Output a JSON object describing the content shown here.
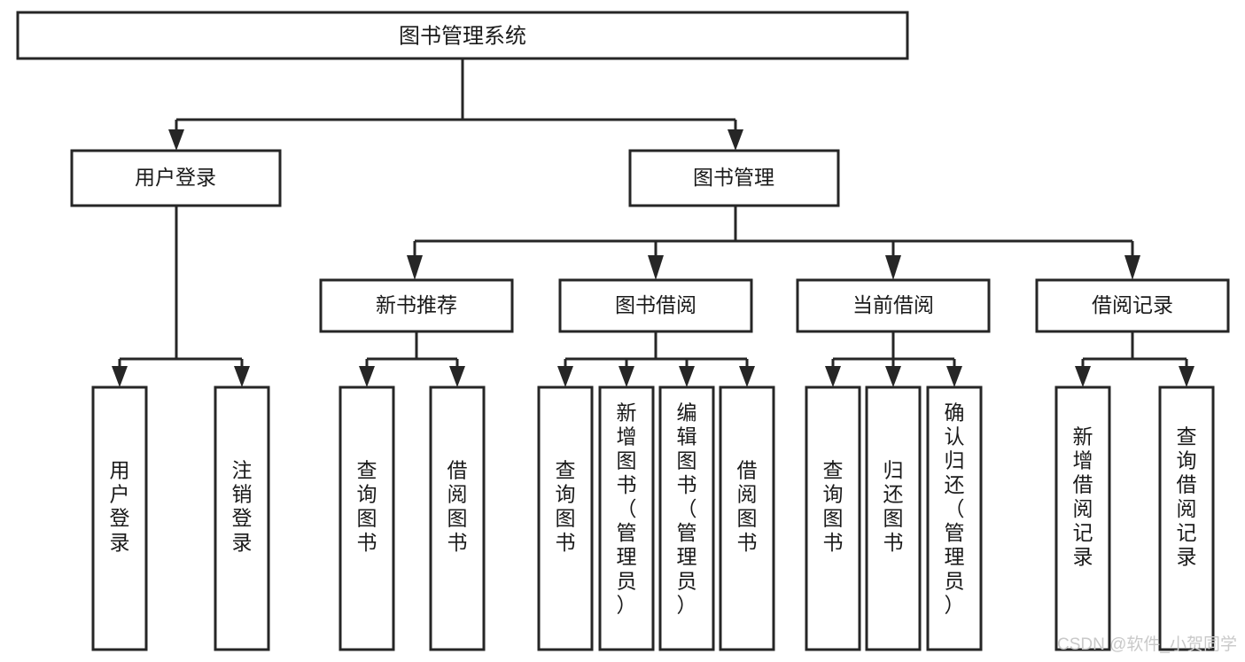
{
  "diagram": {
    "type": "tree-hierarchy",
    "title": "图书管理系统",
    "orientation": "top-down",
    "colors": {
      "box_stroke": "#262626",
      "box_fill": "#ffffff",
      "text": "#1a1a1a",
      "connector": "#262626",
      "watermark": "#c9c9c9",
      "background": "#ffffff"
    },
    "root": {
      "label": "图书管理系统"
    },
    "level2": [
      {
        "label": "用户登录"
      },
      {
        "label": "图书管理"
      }
    ],
    "level3": [
      {
        "label": "新书推荐"
      },
      {
        "label": "图书借阅"
      },
      {
        "label": "当前借阅"
      },
      {
        "label": "借阅记录"
      }
    ],
    "leaves": {
      "user_login": [
        {
          "label": "用户登录"
        },
        {
          "label": "注销登录"
        }
      ],
      "new_book_recommend": [
        {
          "label": "查询图书"
        },
        {
          "label": "借阅图书"
        }
      ],
      "book_borrow": [
        {
          "label": "查询图书"
        },
        {
          "label": "新增图书（管理员）"
        },
        {
          "label": "编辑图书（管理员）"
        },
        {
          "label": "借阅图书"
        }
      ],
      "current_borrow": [
        {
          "label": "查询图书"
        },
        {
          "label": "归还图书"
        },
        {
          "label": "确认归还（管理员）"
        }
      ],
      "borrow_record": [
        {
          "label": "新增借阅记录"
        },
        {
          "label": "查询借阅记录"
        }
      ]
    },
    "watermark": {
      "text": "CSDN @软件_小贺同学"
    }
  }
}
